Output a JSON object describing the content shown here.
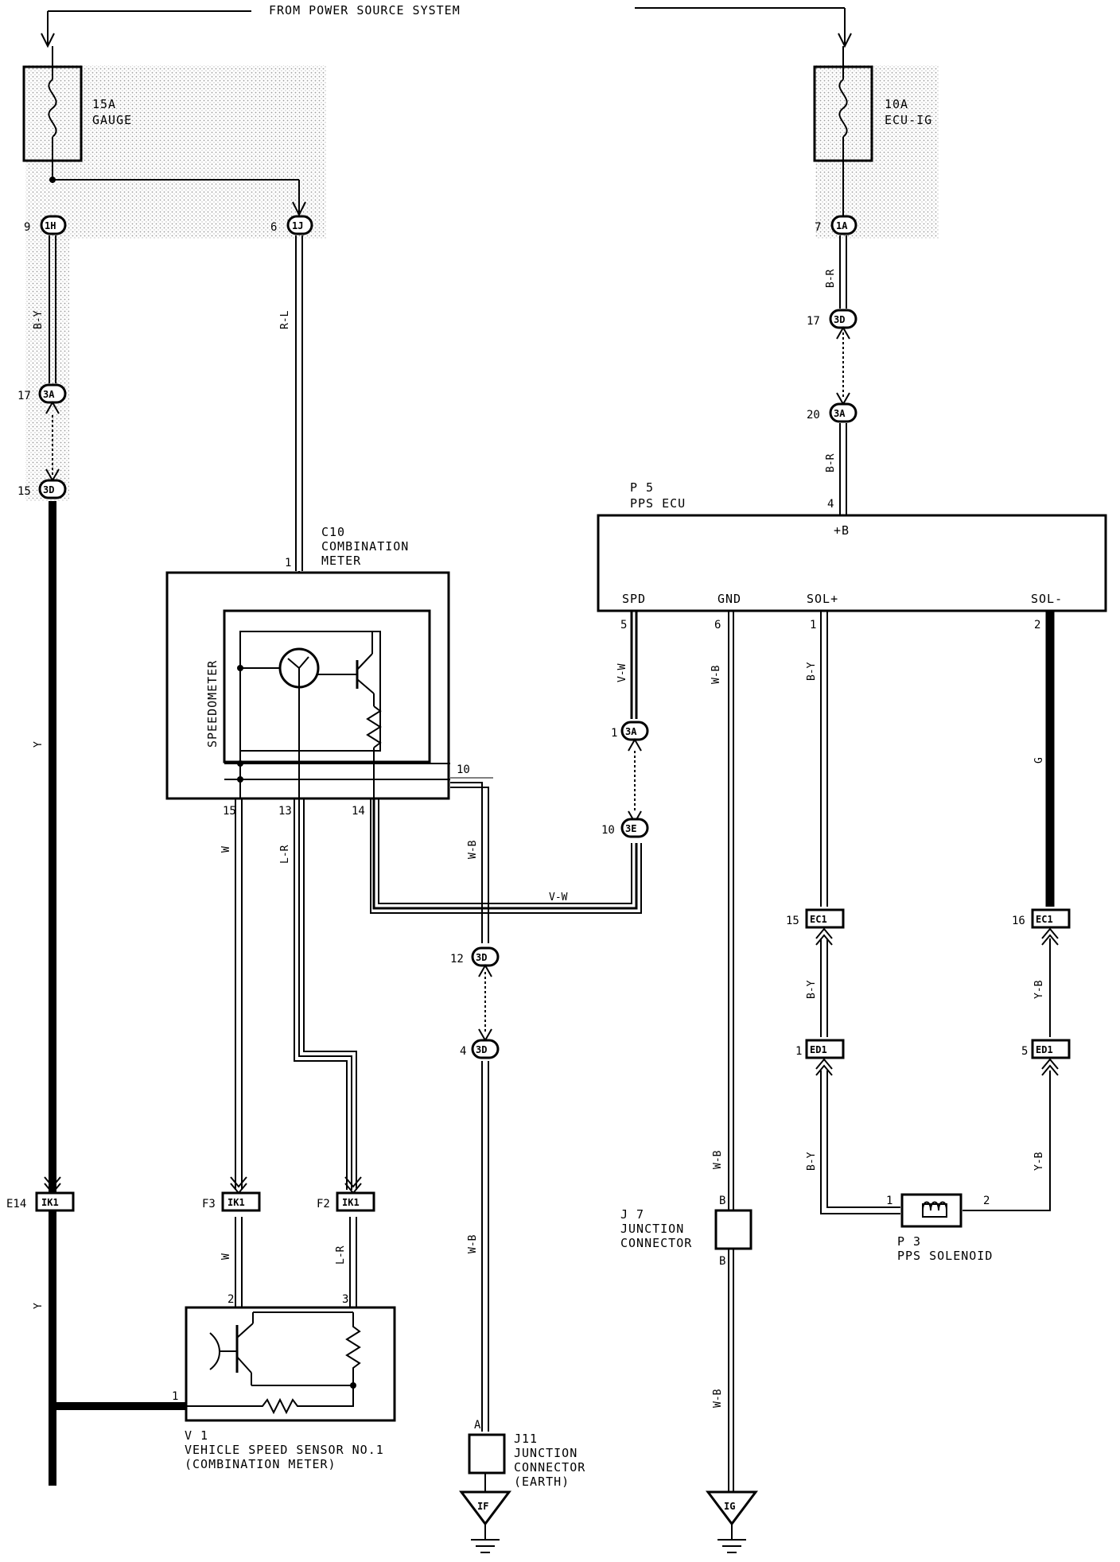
{
  "header": {
    "power_source": "FROM POWER SOURCE SYSTEM"
  },
  "fuses": [
    {
      "rating": "15A",
      "name": "GAUGE"
    },
    {
      "rating": "10A",
      "name": "ECU-IG"
    }
  ],
  "connectors": {
    "c_9_1H": {
      "pin": "9",
      "id": "1H"
    },
    "c_6_1J": {
      "pin": "6",
      "id": "1J"
    },
    "c_7_1A": {
      "pin": "7",
      "id": "1A"
    },
    "c_17_3A": {
      "pin": "17",
      "id": "3A"
    },
    "c_15_3D": {
      "pin": "15",
      "id": "3D"
    },
    "c_17_3D": {
      "pin": "17",
      "id": "3D"
    },
    "c_20_3A": {
      "pin": "20",
      "id": "3A"
    },
    "c_1_3A": {
      "pin": "1",
      "id": "3A"
    },
    "c_10_3E": {
      "pin": "10",
      "id": "3E"
    },
    "c_12_3D": {
      "pin": "12",
      "id": "3D"
    },
    "c_4_3D": {
      "pin": "4",
      "id": "3D"
    },
    "c_15_EC1": {
      "pin": "15",
      "id": "EC1"
    },
    "c_16_EC1": {
      "pin": "16",
      "id": "EC1"
    },
    "c_1_ED1": {
      "pin": "1",
      "id": "ED1"
    },
    "c_5_ED1": {
      "pin": "5",
      "id": "ED1"
    },
    "c_E14_IK1": {
      "pin": "E14",
      "id": "IK1"
    },
    "c_F3_IK1": {
      "pin": "F3",
      "id": "IK1"
    },
    "c_F2_IK1": {
      "pin": "F2",
      "id": "IK1"
    }
  },
  "wires": {
    "by_left": "B-Y",
    "rl": "R-L",
    "br_top": "B-R",
    "br_mid": "B-R",
    "y_upper": "Y",
    "y_lower": "Y",
    "vw_vert": "V-W",
    "vw_horiz": "V-W",
    "wb_ecu": "W-B",
    "by_ecu": "B-Y",
    "g_ecu": "G",
    "w_upper": "W",
    "w_lower": "W",
    "lr_upper": "L-R",
    "lr_lower": "L-R",
    "wb_meter": "W-B",
    "wb_j11": "W-B",
    "by_mid": "B-Y",
    "by_low": "B-Y",
    "yb_mid": "Y-B",
    "yb_low": "Y-B",
    "wb_j7_upper": "W-B",
    "wb_j7_lower": "W-B"
  },
  "components": {
    "combination_meter": {
      "ref": "C10",
      "name_line1": "COMBINATION",
      "name_line2": "METER",
      "speedometer": "SPEEDOMETER"
    },
    "ecu": {
      "ref": "P 5",
      "name": "PPS ECU",
      "plus_b": "+B",
      "spd": "SPD",
      "gnd": "GND",
      "sol_plus": "SOL+",
      "sol_minus": "SOL-"
    },
    "sensor": {
      "ref": "V 1",
      "name_line1": "VEHICLE SPEED SENSOR NO.1",
      "name_line2": "(COMBINATION METER)"
    },
    "solenoid": {
      "ref": "P 3",
      "name": "PPS SOLENOID"
    },
    "j7": {
      "ref": "J 7",
      "name_line1": "JUNCTION",
      "name_line2": "CONNECTOR",
      "pin_top": "B",
      "pin_bottom": "B"
    },
    "j11": {
      "ref": "J11",
      "name_line1": "JUNCTION",
      "name_line2": "CONNECTOR",
      "name_line3": "(EARTH)",
      "pin": "A"
    }
  },
  "pins": {
    "meter_1": "1",
    "meter_15": "15",
    "meter_13": "13",
    "meter_14": "14",
    "meter_10": "10",
    "ecu_4": "4",
    "ecu_5": "5",
    "ecu_6": "6",
    "ecu_1": "1",
    "ecu_2": "2",
    "sensor_2": "2",
    "sensor_3": "3",
    "sensor_1": "1",
    "sol_1": "1",
    "sol_2": "2"
  },
  "grounds": {
    "if": "IF",
    "ig": "IG"
  }
}
